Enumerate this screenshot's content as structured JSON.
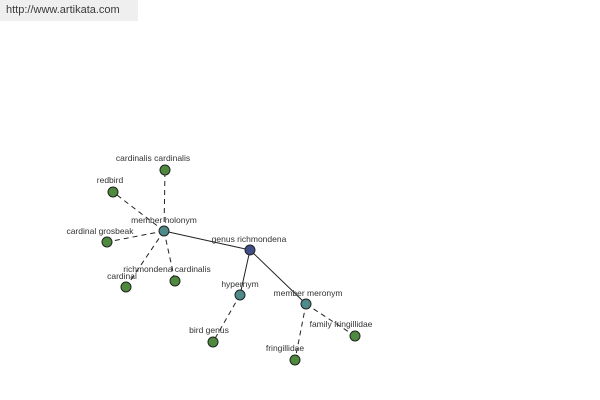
{
  "header": {
    "url": "http://www.artikata.com"
  },
  "colors": {
    "center": "#3f4e86",
    "relation": "#4e8a8a",
    "leaf": "#4e8a3e"
  },
  "nodes": {
    "genus_richmondena": {
      "label": "genus richmondena",
      "kind": "center"
    },
    "member_holonym": {
      "label": "member holonym",
      "kind": "relation"
    },
    "hypernym": {
      "label": "hypernym",
      "kind": "relation"
    },
    "member_meronym": {
      "label": "member meronym",
      "kind": "relation"
    },
    "cardinalis_cardinalis": {
      "label": "cardinalis cardinalis",
      "kind": "leaf"
    },
    "redbird": {
      "label": "redbird",
      "kind": "leaf"
    },
    "cardinal_grosbeak": {
      "label": "cardinal grosbeak",
      "kind": "leaf"
    },
    "cardinal": {
      "label": "cardinal",
      "kind": "leaf"
    },
    "richmondena_cardinalis": {
      "label": "richmondena cardinalis",
      "kind": "leaf"
    },
    "bird_genus": {
      "label": "bird genus",
      "kind": "leaf"
    },
    "fringillidae": {
      "label": "fringillidae",
      "kind": "leaf"
    },
    "family_fringillidae": {
      "label": "family fringillidae",
      "kind": "leaf"
    }
  }
}
